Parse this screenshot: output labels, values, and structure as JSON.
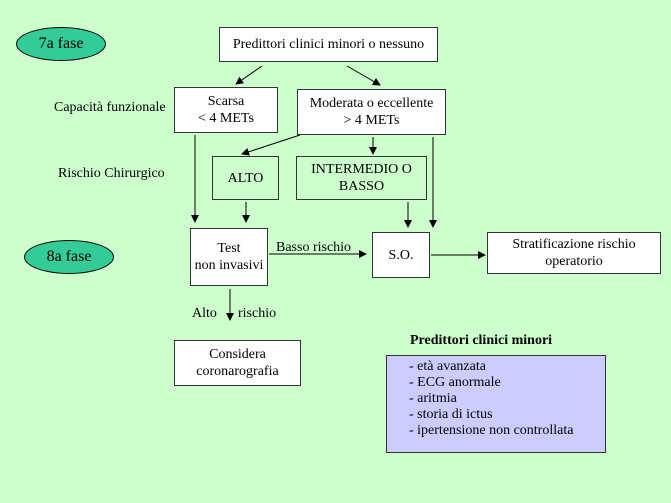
{
  "phase7": "7a fase",
  "phase8": "8a fase",
  "top_box": "Predittori clinici minori o nessuno",
  "row_labels": {
    "capacity": "Capacità funzionale",
    "risk": "Rischio Chirurgico"
  },
  "poor": [
    "Scarsa",
    "< 4 METs"
  ],
  "good": [
    "Moderata o eccellente",
    "> 4 METs"
  ],
  "high": "ALTO",
  "intermediate": [
    "INTERMEDIO O",
    "BASSO"
  ],
  "test": [
    "Test",
    "non invasivi"
  ],
  "low_risk": "Basso rischio",
  "so": "S.O.",
  "stratification": [
    "Stratificazione rischio",
    "operatorio"
  ],
  "high_risk": {
    "left": "Alto",
    "right": "rischio"
  },
  "coronary": [
    "Considera",
    "coronarografia"
  ],
  "minor_title": "Predittori clinici  minori",
  "minor_items": [
    "- età avanzata",
    "- ECG anormale",
    "- aritmia",
    "- storia di ictus",
    "- ipertensione non controllata"
  ]
}
